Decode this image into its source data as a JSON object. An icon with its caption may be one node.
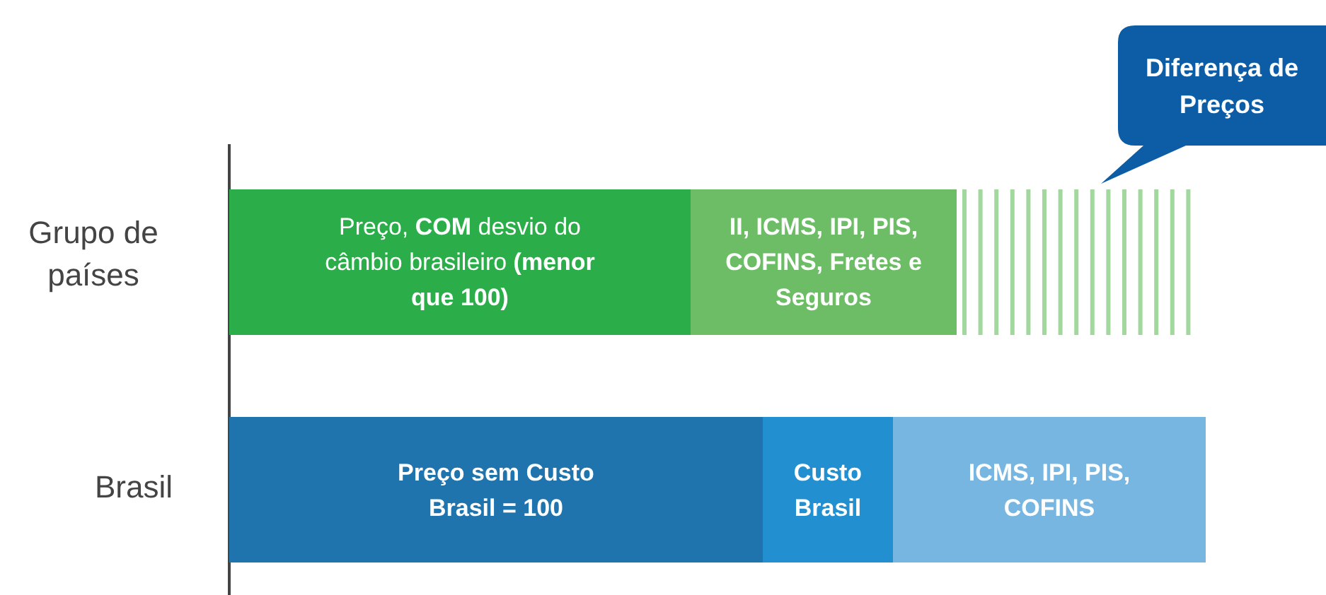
{
  "diagram": {
    "nodes": [
      {
        "text": [
          "Diferença de Preços"
        ]
      },
      {
        "text": [
          "Preço, **COM** desvio do câmbio brasileiro **(menor que 100)**"
        ]
      },
      {
        "text": [
          "II, ICMS, IPI, PIS, COFINS, Fretes e Seguros"
        ]
      },
      {
        "text": [],
        "shape": "bar"
      },
      {
        "text": [
          "Preço sem Custo Brasil = 100"
        ]
      },
      {
        "text": [
          "Custo Brasil"
        ]
      },
      {
        "text": [
          "ICMS, IPI, PIS, COFINS"
        ]
      }
    ],
    "labels": [
      "Grupo de países",
      "Brasil"
    ]
  }
}
